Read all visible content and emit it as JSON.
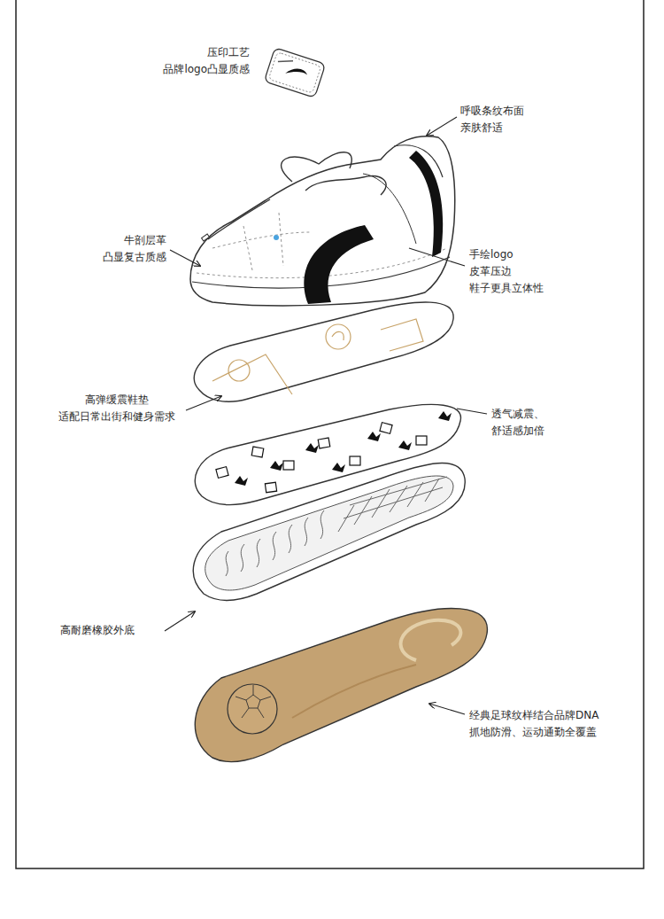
{
  "diagram": {
    "labels": [
      "压印工艺 品牌logo凸显质感",
      "呼吸条纹布面 亲肤舒适",
      "牛剖层革 凸显复古质感",
      "手绘logo 皮革压边 鞋子更具立体性",
      "高弹缓震鞋垫 适配日常出街和健身需求",
      "透气减震、舒适感加倍",
      "高耐磨橡胶外底",
      "经典足球纹样结合品牌DNA 抓地防滑、运动通勤全覆盖"
    ]
  }
}
